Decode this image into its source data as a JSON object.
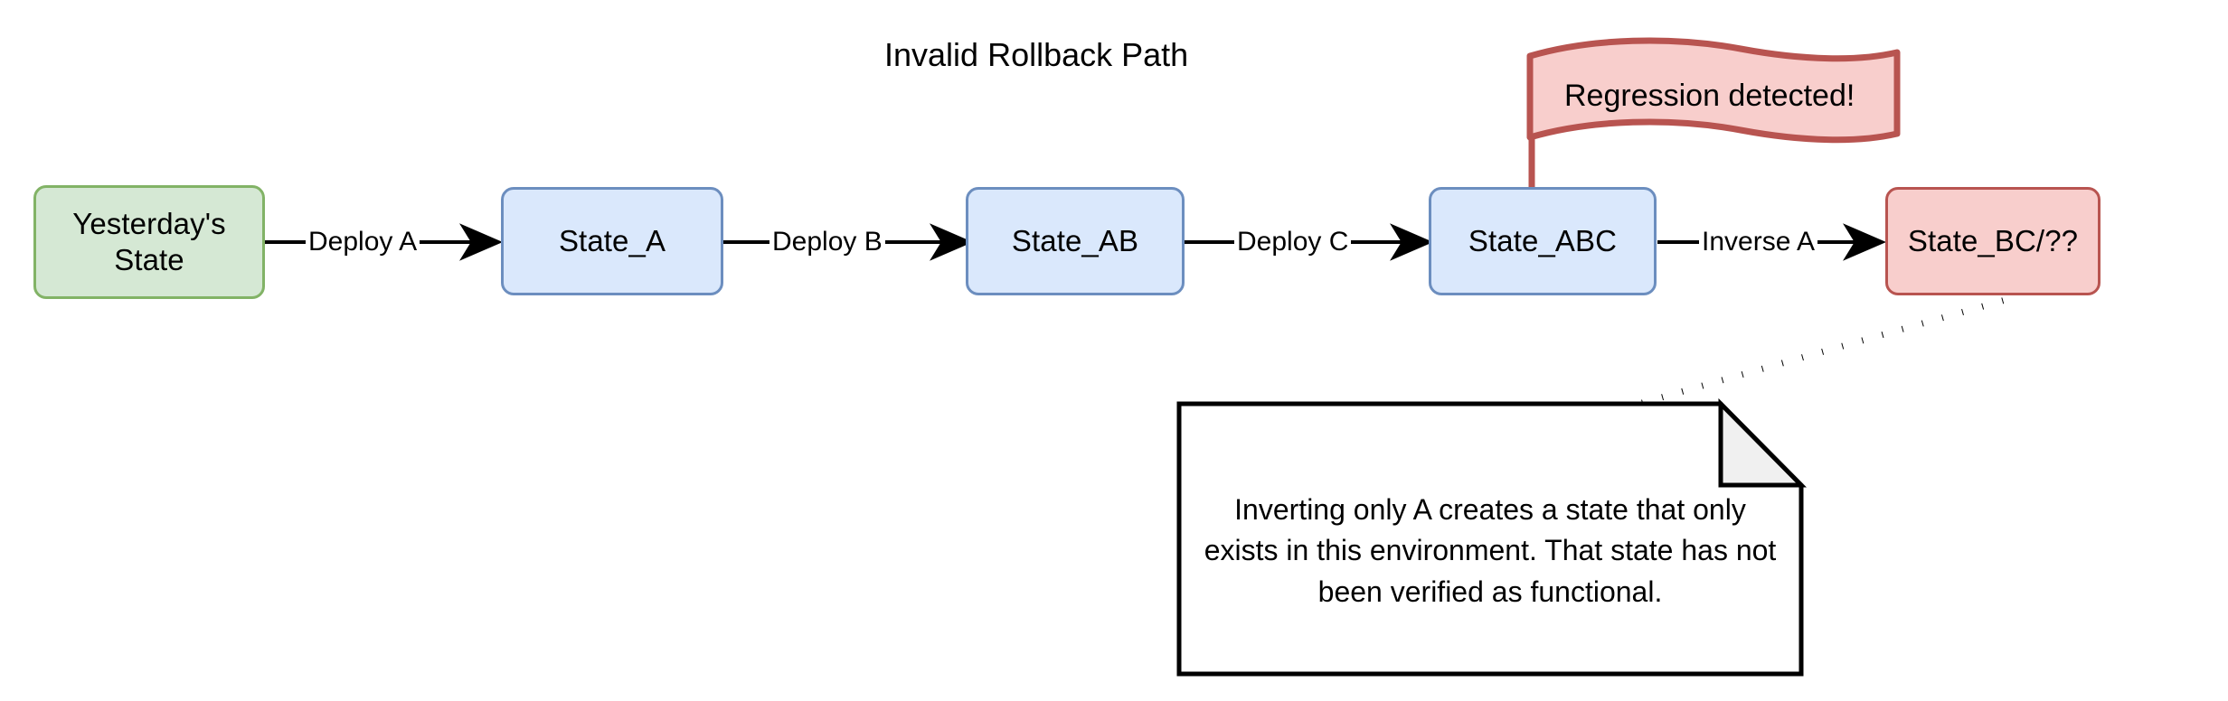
{
  "diagram": {
    "title": "Invalid Rollback Path",
    "background": "#ffffff",
    "colors": {
      "start_fill": "#d5e8d4",
      "start_stroke": "#82b366",
      "process_fill": "#dae8fc",
      "process_stroke": "#6c8ebf",
      "danger_fill": "#f8cecc",
      "danger_stroke": "#b85450",
      "edge_stroke": "#000000",
      "note_fill": "#ffffff",
      "note_stroke": "#000000",
      "note_fold_fill": "#f0f0f0"
    },
    "nodes": [
      {
        "id": "yesterday",
        "label": "Yesterday's\nState",
        "type": "start"
      },
      {
        "id": "state_a",
        "label": "State_A",
        "type": "process"
      },
      {
        "id": "state_ab",
        "label": "State_AB",
        "type": "process"
      },
      {
        "id": "state_abc",
        "label": "State_ABC",
        "type": "process"
      },
      {
        "id": "state_bc",
        "label": "State_BC/??",
        "type": "danger"
      }
    ],
    "edges": [
      {
        "id": "e1",
        "label": "Deploy A",
        "from": "yesterday",
        "to": "state_a"
      },
      {
        "id": "e2",
        "label": "Deploy B",
        "from": "state_a",
        "to": "state_ab"
      },
      {
        "id": "e3",
        "label": "Deploy C",
        "from": "state_ab",
        "to": "state_abc"
      },
      {
        "id": "e4",
        "label": "Inverse A",
        "from": "state_abc",
        "to": "state_bc"
      }
    ],
    "flag": {
      "label": "Regression detected!",
      "attached_to": "state_abc",
      "fill": "#f8cecc",
      "stroke": "#b85450"
    },
    "note": {
      "text": "Inverting only A creates a state that only exists in this environment. That state has not been verified as functional.",
      "attached_to": "state_bc",
      "connector": "dotted"
    }
  }
}
